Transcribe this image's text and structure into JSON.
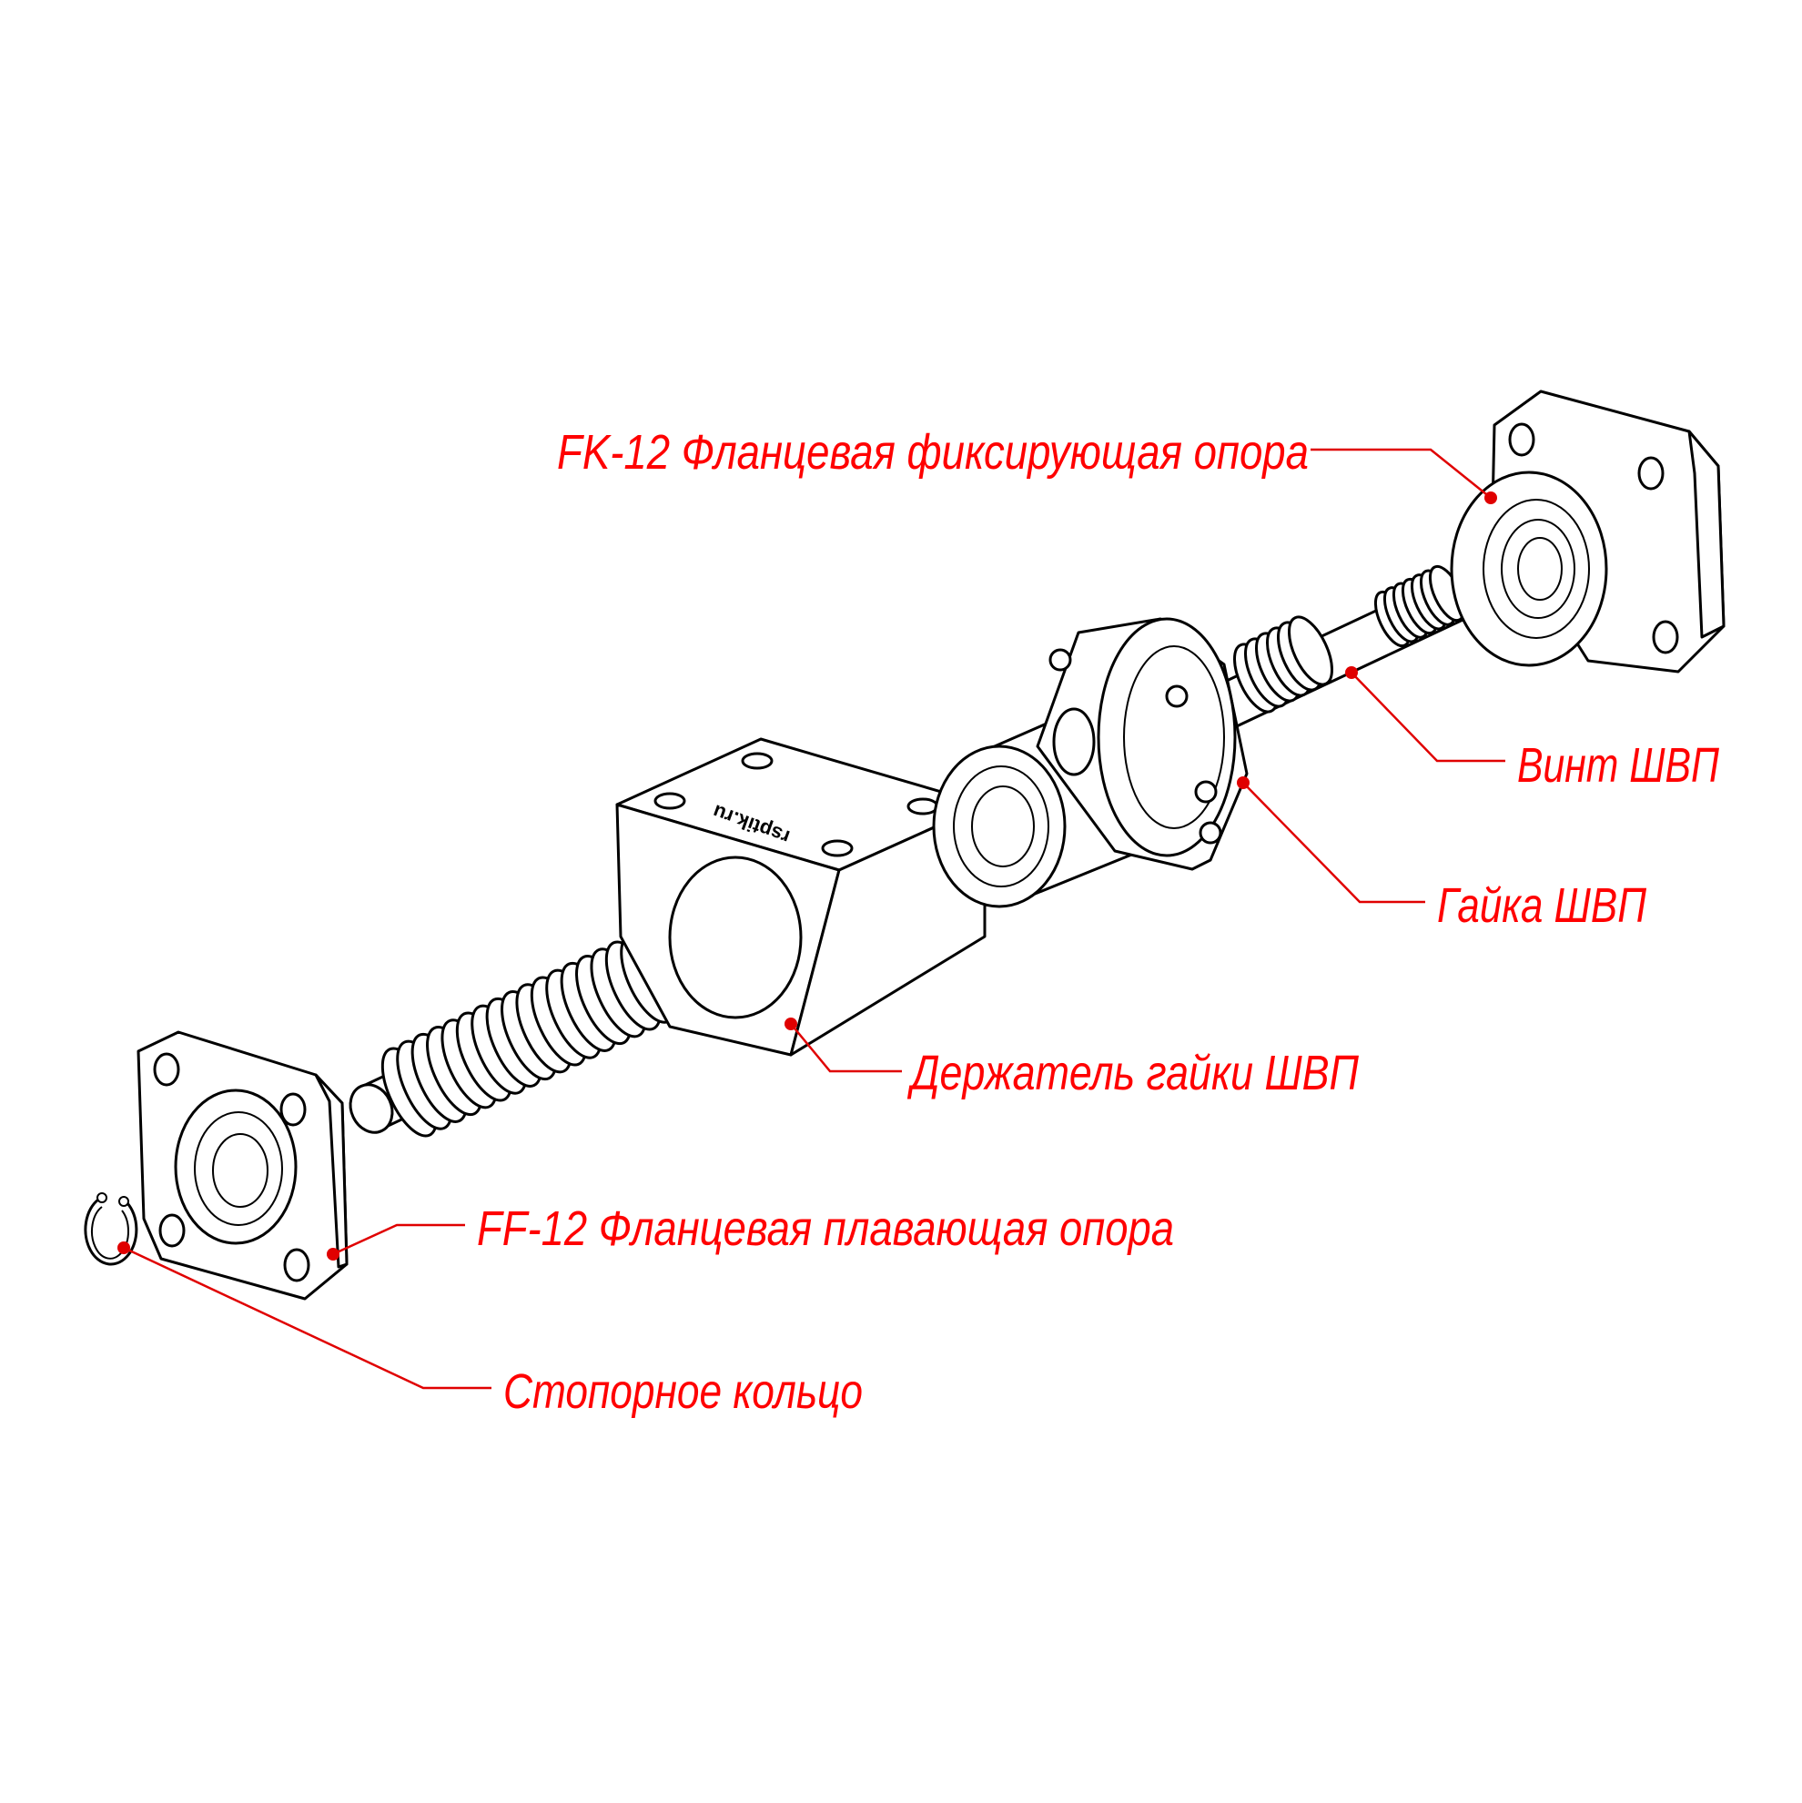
{
  "diagram": {
    "logo_text": "rsptik.ru",
    "colors": {
      "annotation": "#ff0000",
      "line": "#000000",
      "background": "#ffffff"
    },
    "labels": [
      {
        "id": "fk12",
        "text": "FK-12 Фланцевая фиксирующая опора"
      },
      {
        "id": "screw",
        "text": "Винт ШВП"
      },
      {
        "id": "nut",
        "text": "Гайка ШВП"
      },
      {
        "id": "holder",
        "text": "Держатель гайки ШВП"
      },
      {
        "id": "ff12",
        "text": "FF-12 Фланцевая плавающая опора"
      },
      {
        "id": "ring",
        "text": "Стопорное кольцо"
      }
    ]
  }
}
